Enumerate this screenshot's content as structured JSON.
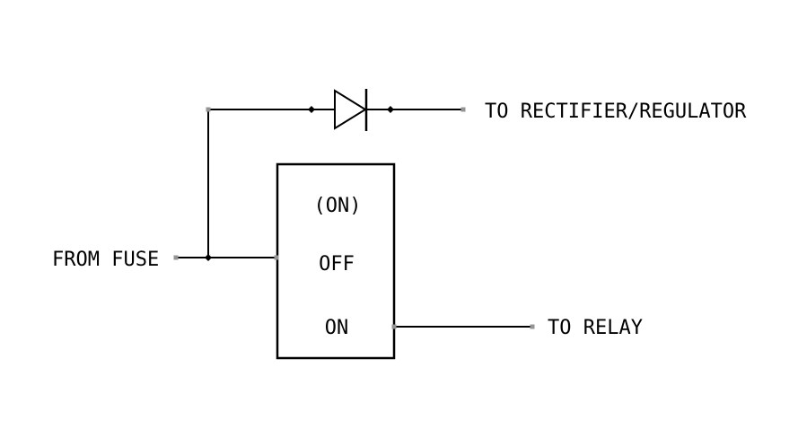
{
  "diagram": {
    "title": "switch-diode-wiring-diagram",
    "background": "#ffffff"
  },
  "colors": {
    "line": "#000000",
    "text": "#000000",
    "junction_dot": "#000000",
    "endpoint_grip": "#949494"
  },
  "labels": {
    "from_fuse": "FROM FUSE",
    "to_rectifier_regulator": "TO RECTIFIER/REGULATOR",
    "to_relay": "TO RELAY"
  },
  "switch": {
    "position_momentary_on": "(ON)",
    "position_off": "OFF",
    "position_on": "ON"
  }
}
